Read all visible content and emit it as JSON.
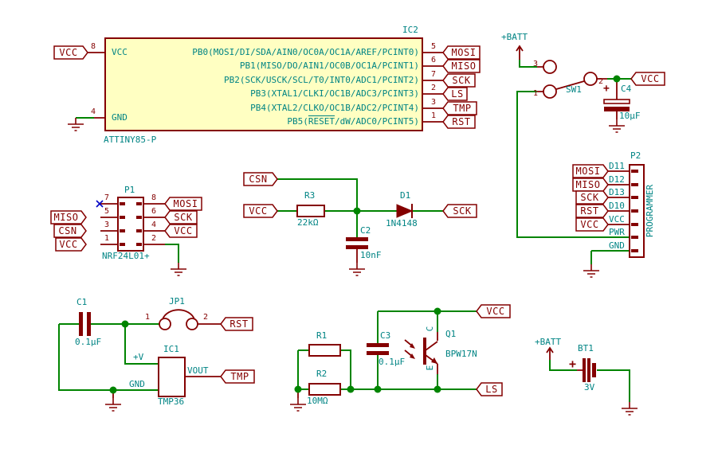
{
  "ic2": {
    "ref": "IC2",
    "value": "ATTINY85-P",
    "left_pins": {
      "vcc_num": "8",
      "vcc_name": "VCC",
      "gnd_num": "4",
      "gnd_name": "GND"
    },
    "rows": [
      {
        "num": "5",
        "name": "PB0(MOSI/DI/SDA/AIN0/OC0A/OC1A/AREF/PCINT0)",
        "label": "MOSI"
      },
      {
        "num": "6",
        "name": "PB1(MISO/DO/AIN1/OC0B/OC1A/PCINT1)",
        "label": "MISO"
      },
      {
        "num": "7",
        "name": "PB2(SCK/USCK/SCL/T0/INT0/ADC1/PCINT2)",
        "label": "SCK"
      },
      {
        "num": "2",
        "name": "PB3(XTAL1/CLKI/OC1B/ADC3/PCINT3)",
        "label": "LS"
      },
      {
        "num": "3",
        "name": "PB4(XTAL2/CLKO/OC1B/ADC2/PCINT4)",
        "label": "TMP"
      },
      {
        "num": "1",
        "name_pre": "PB5(",
        "name_reset": "RESET",
        "name_post": "/dW/ADC0/PCINT5)",
        "label": "RST"
      }
    ]
  },
  "p1": {
    "ref": "P1",
    "value": "NRF24L01+",
    "pin_nums_left": [
      "7",
      "5",
      "3",
      "1"
    ],
    "pin_nums_right": [
      "8",
      "6",
      "4",
      "2"
    ]
  },
  "p2": {
    "ref": "P2",
    "value": "PROGRAMMER",
    "pins": [
      "D11",
      "D12",
      "D13",
      "D10",
      "VCC",
      "PWR",
      "GND"
    ]
  },
  "sw1": {
    "ref": "SW1",
    "pins": [
      "3",
      "1",
      "2"
    ]
  },
  "jp1": {
    "ref": "JP1",
    "pin1": "1",
    "pin2": "2"
  },
  "ic1": {
    "ref": "IC1",
    "value": "TMP36",
    "pin_vplus": "+V",
    "pin_gnd": "GND",
    "pin_vout": "VOUT"
  },
  "r1": {
    "ref": "R1"
  },
  "r2": {
    "ref": "R2",
    "value": "10MΩ"
  },
  "r3": {
    "ref": "R3",
    "value": "22kΩ"
  },
  "c1": {
    "ref": "C1",
    "value": "0.1µF"
  },
  "c2": {
    "ref": "C2",
    "value": "10nF"
  },
  "c3": {
    "ref": "C3",
    "value": "0.1µF"
  },
  "c4": {
    "ref": "C4",
    "value": "10µF",
    "plus": "+"
  },
  "d1": {
    "ref": "D1",
    "value": "1N4148"
  },
  "q1": {
    "ref": "Q1",
    "value": "BPW17N",
    "collector": "C",
    "emitter": "E"
  },
  "bt1": {
    "ref": "BT1",
    "value": "3V",
    "plus": "+"
  },
  "power": {
    "batt_top": "+BATT",
    "batt_bottom": "+BATT"
  },
  "net_labels": {
    "vcc_ic2": "VCC",
    "sw_vcc": "VCC",
    "p1_miso": "MISO",
    "p1_csn": "CSN",
    "p1_vcc_l": "VCC",
    "p1_mosi": "MOSI",
    "p1_sck": "SCK",
    "p1_vcc_r": "VCC",
    "mid_csn": "CSN",
    "mid_vcc": "VCC",
    "mid_sck": "SCK",
    "p2_mosi": "MOSI",
    "p2_miso": "MISO",
    "p2_sck": "SCK",
    "p2_rst": "RST",
    "p2_vcc": "VCC",
    "jp1_rst": "RST",
    "ic1_tmp": "TMP",
    "q1_vcc": "VCC",
    "q1_ls": "LS"
  },
  "colors": {
    "wire": "#008400",
    "symbol": "#840000",
    "text": "#008484",
    "ic_fill": "#FFFFC2",
    "no_connect": "#0000C4"
  }
}
